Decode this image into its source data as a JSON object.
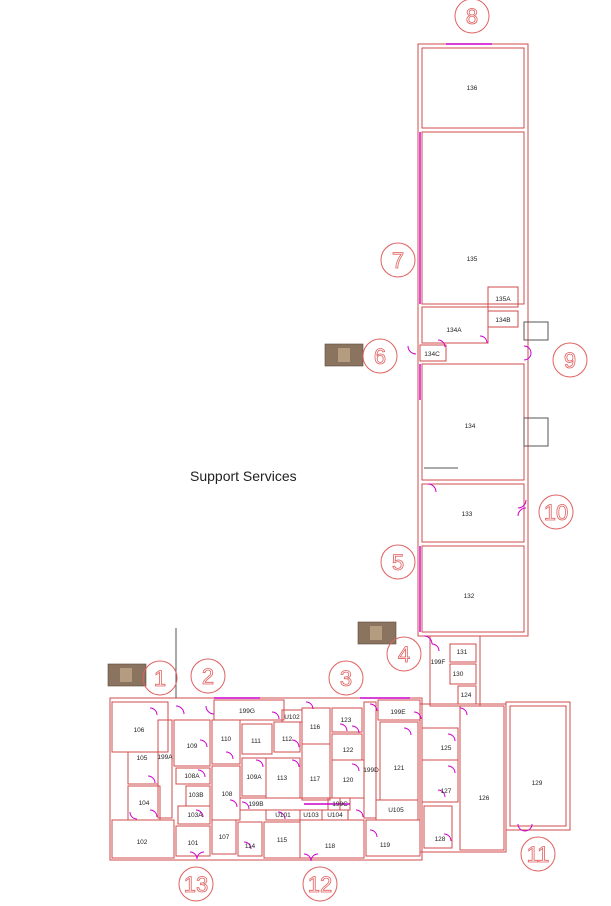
{
  "caption": "Support Services",
  "colors": {
    "wall": "#d24b4b",
    "door": "#cc00cc",
    "marker": "#e06060"
  },
  "markers": [
    "8",
    "7",
    "6",
    "9",
    "10",
    "5",
    "4",
    "1",
    "2",
    "3",
    "11",
    "13",
    "12"
  ],
  "rooms": {
    "r136": "136",
    "r135": "135",
    "r135A": "135A",
    "r134B": "134B",
    "r134A": "134A",
    "r134C": "134C",
    "r134": "134",
    "r133": "133",
    "r132": "132",
    "r131": "131",
    "r199F": "199F",
    "r130": "130",
    "r124": "124",
    "r106": "106",
    "r105": "105",
    "r104": "104",
    "r102": "102",
    "r199A": "199A",
    "r109": "109",
    "r108A": "108A",
    "r103B": "103B",
    "r103A": "103A",
    "r101": "101",
    "r107": "107",
    "r108": "108",
    "r110": "110",
    "r111": "111",
    "r112": "112",
    "r199G": "199G",
    "rU102": "U102",
    "r109A": "109A",
    "r113": "113",
    "r116": "116",
    "r117": "117",
    "r123": "123",
    "r122": "122",
    "r120": "120",
    "r199D": "199D",
    "r199E": "199E",
    "r121": "121",
    "r199B": "199B",
    "rU101": "U101",
    "rU103": "U103",
    "rU104": "U104",
    "r199C": "199C",
    "rU105": "U105",
    "r114": "114",
    "r115": "115",
    "r118": "118",
    "r119": "119",
    "r125": "125",
    "r127": "127",
    "r128": "128",
    "r126": "126",
    "r129": "129"
  }
}
